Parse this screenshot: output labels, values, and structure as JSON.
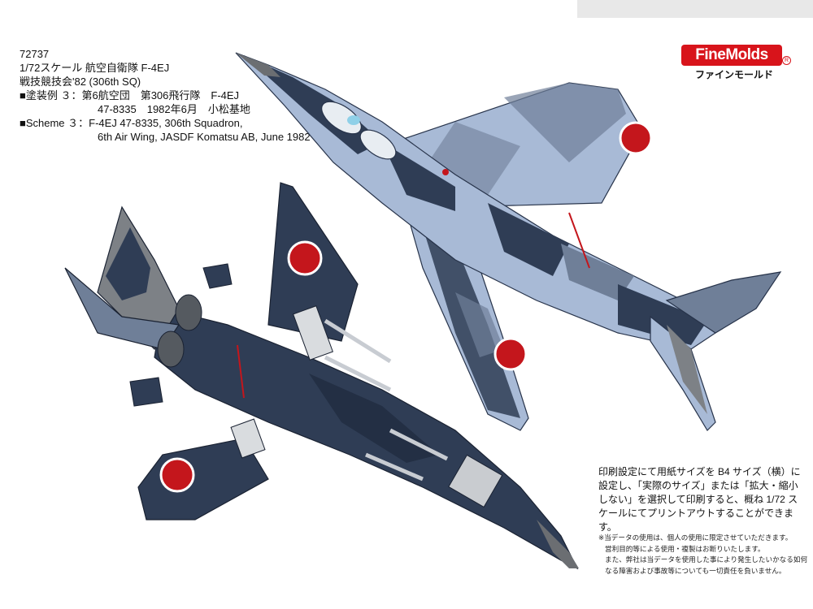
{
  "header": {
    "product_code": "72737",
    "product_title": "1/72スケール 航空自衛隊 F-4EJ",
    "product_subtitle": "戦技競技会'82 (306th SQ)",
    "scheme_jp_line1": "■塗装例 ３：第6航空団　第306飛行隊　F-4EJ",
    "scheme_jp_line2": "47-8335　1982年6月　小松基地",
    "scheme_en_line1": "■Scheme ３：F-4EJ 47-8335, 306th Squadron,",
    "scheme_en_line2": "6th Air Wing,  JASDF Komatsu AB, June 1982"
  },
  "logo": {
    "brand": "FineMolds",
    "registered_mark": "R",
    "brand_kana": "ファインモールド"
  },
  "instructions": {
    "text": "印刷設定にて用紙サイズを B4 サイズ（横）に設定し、「実際のサイズ」または「拡大・縮小しない」を選択して印刷すると、概ね 1/72 スケールにてプリントアウトすることができます。"
  },
  "note": {
    "line1": "※当データの使用は、個人の使用に限定させていただきます。",
    "line2": "営利目的等による使用・複製はお断りいたします。",
    "line3": "また、弊社は当データを使用した事により発生したいかなる如何",
    "line4": "なる障害および事故等についても一切責任を負いません。"
  },
  "colors": {
    "navy": "#2f3d55",
    "navy_dark": "#232f44",
    "light_blue": "#a8bad6",
    "mid_gray_blue": "#6f7f98",
    "gray": "#7d8186",
    "hinomaru": "#c4161c",
    "brand_red": "#d8141b"
  },
  "icons": {
    "upper_view": "f4ej-top-view-illustration",
    "lower_view": "f4ej-bottom-view-illustration"
  }
}
